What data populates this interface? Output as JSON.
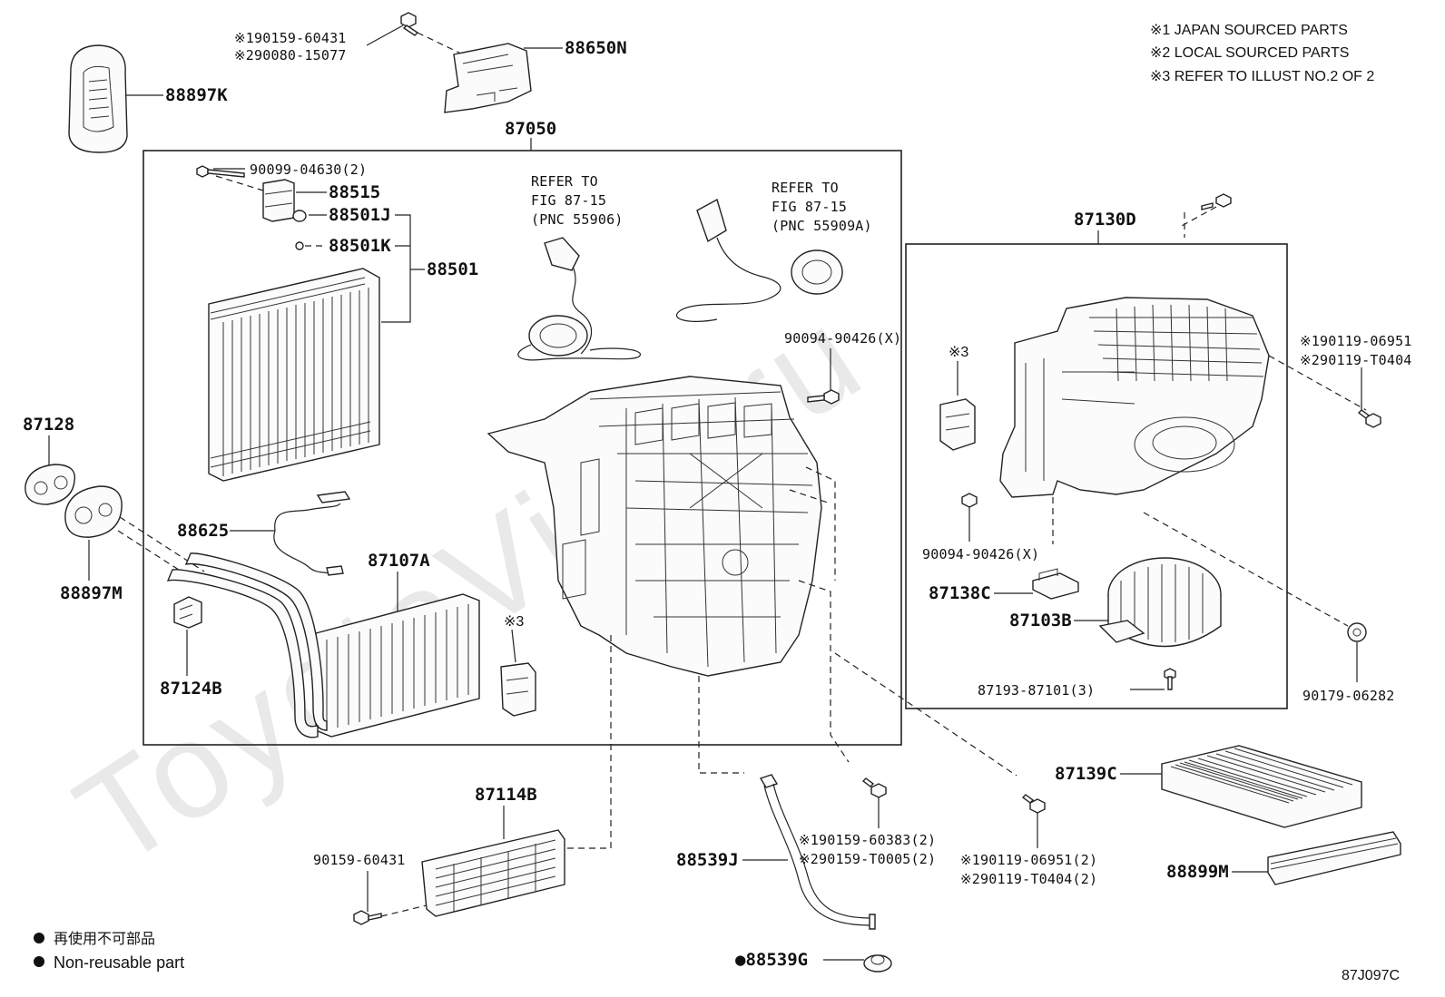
{
  "notes": [
    "※1 JAPAN SOURCED PARTS",
    "※2 LOCAL SOURCED PARTS",
    "※3 REFER TO ILLUST NO.2 OF 2"
  ],
  "legend": {
    "jp": "再使用不可部品",
    "en": "Non-reusable part"
  },
  "illustration_code": "87J097C",
  "watermark": "ToyotaVine.ru",
  "refer": {
    "left": [
      "REFER TO",
      "FIG 87-15",
      "(PNC 55906)"
    ],
    "right": [
      "REFER TO",
      "FIG 87-15",
      "(PNC 55909A)"
    ]
  },
  "labels": {
    "p88897K": "88897K",
    "p90159_60431_top_1": "※190159-60431",
    "p90080_15077": "※290080-15077",
    "p88650N": "88650N",
    "p87050": "87050",
    "p90099_04630": "90099-04630(2)",
    "p88515": "88515",
    "p88501J": "88501J",
    "p88501K": "88501K",
    "p88501": "88501",
    "p87128": "87128",
    "p88897M": "88897M",
    "p88625": "88625",
    "p87107A": "87107A",
    "p87124B": "87124B",
    "note3_center": "※3",
    "p90094_90426_a": "90094-90426(X)",
    "p87130D": "87130D",
    "note3_right": "※3",
    "p90094_90426_b": "90094-90426(X)",
    "p87138C": "87138C",
    "p87103B": "87103B",
    "p87193_87101": "87193-87101(3)",
    "p90119_06951_a": "※190119-06951",
    "p90119_T0404_a": "※290119-T0404",
    "p90179_06282": "90179-06282",
    "p87139C": "87139C",
    "p88899M": "88899M",
    "p87114B": "87114B",
    "p90159_60431_bottom": "90159-60431",
    "p88539J": "88539J",
    "p90159_60383": "※190159-60383(2)",
    "p90159_T0005": "※290159-T0005(2)",
    "p90119_06951_b": "※190119-06951(2)",
    "p90119_T0404_b": "※290119-T0404(2)",
    "p88539G": "●88539G"
  }
}
